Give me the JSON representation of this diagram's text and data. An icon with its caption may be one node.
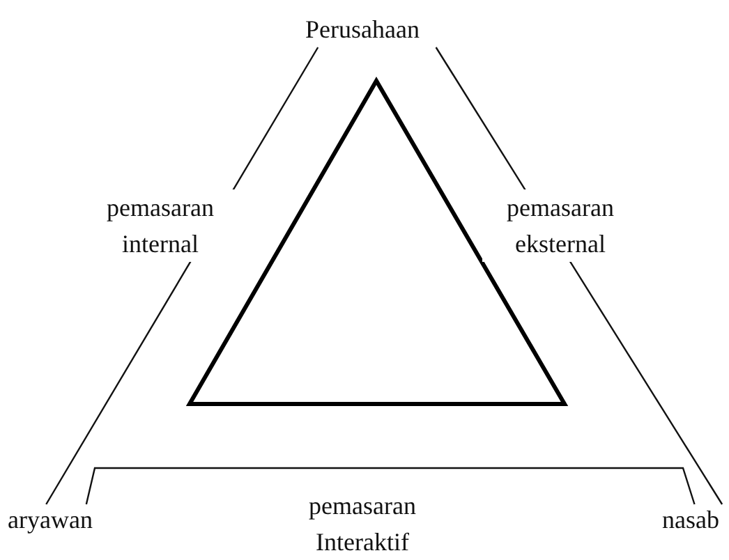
{
  "diagram": {
    "nodes": [
      {
        "text": [
          "Perusahaan"
        ]
      },
      {
        "text": [
          "aryawan"
        ]
      },
      {
        "text": [
          "nasab"
        ]
      }
    ],
    "edges": [
      {
        "from": 0,
        "to": 1,
        "arrow": "none",
        "label": "pemasaran internal"
      },
      {
        "from": 0,
        "to": 2,
        "arrow": "none",
        "label": "pemasaran eksternal"
      },
      {
        "from": 1,
        "to": 2,
        "arrow": "none",
        "label": "pemasaran Interaktif"
      }
    ]
  }
}
